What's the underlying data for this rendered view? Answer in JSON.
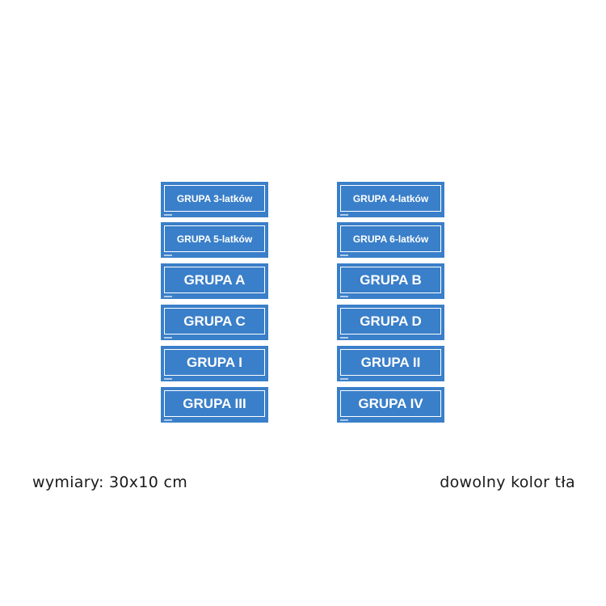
{
  "signs": [
    {
      "text": "GRUPA 3-latków"
    },
    {
      "text": "GRUPA 4-latków"
    },
    {
      "text": "GRUPA 5-latków"
    },
    {
      "text": "GRUPA 6-latków"
    },
    {
      "text": "GRUPA A"
    },
    {
      "text": "GRUPA B"
    },
    {
      "text": "GRUPA C"
    },
    {
      "text": "GRUPA D"
    },
    {
      "text": "GRUPA I"
    },
    {
      "text": "GRUPA II"
    },
    {
      "text": "GRUPA III"
    },
    {
      "text": "GRUPA IV"
    }
  ],
  "captions": {
    "dimensions": "wymiary: 30x10 cm",
    "background": "dowolny kolor tła"
  },
  "colors": {
    "sign_background": "#3a7fc9",
    "sign_text": "#ffffff"
  }
}
